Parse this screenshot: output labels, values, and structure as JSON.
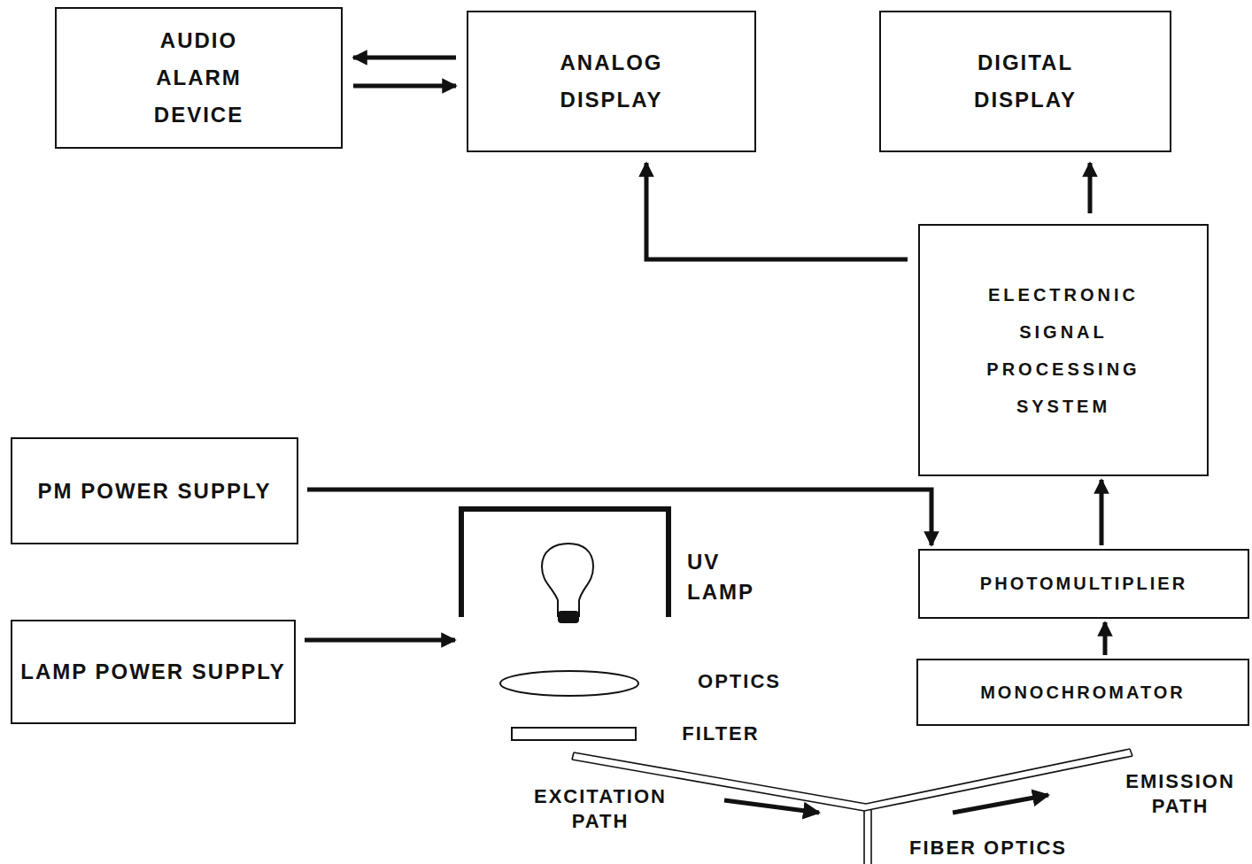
{
  "diagram": {
    "nodes": [
      {
        "text": [
          "AUDIO ALARM DEVICE"
        ]
      },
      {
        "text": [
          "ANALOG DISPLAY"
        ]
      },
      {
        "text": [
          "DIGITAL DISPLAY"
        ]
      },
      {
        "text": [
          "ELECTRONIC SIGNAL PROCESSING SYSTEM"
        ]
      },
      {
        "text": [
          "PM POWER SUPPLY"
        ]
      },
      {
        "text": [
          "UV LAMP"
        ]
      },
      {
        "text": [
          "PHOTOMULTIPLIER"
        ]
      },
      {
        "text": [
          "LAMP POWER SUPPLY"
        ]
      },
      {
        "text": [
          "MONOCHROMATOR"
        ]
      }
    ],
    "edges": [
      {
        "from": 1,
        "to": 0,
        "arrow": "to"
      },
      {
        "from": 0,
        "to": 1,
        "arrow": "to"
      },
      {
        "from": 3,
        "to": 1,
        "arrow": "to"
      },
      {
        "from": 3,
        "to": 2,
        "arrow": "to"
      },
      {
        "from": 4,
        "to": 6,
        "arrow": "to"
      },
      {
        "from": 6,
        "to": 3,
        "arrow": "to"
      },
      {
        "from": 8,
        "to": 6,
        "arrow": "to"
      },
      {
        "from": 7,
        "to": 5,
        "arrow": "to"
      }
    ],
    "labels": [
      "OPTICS",
      "FILTER",
      "EXCITATION PATH",
      "EMISSION PATH",
      "FIBER OPTICS"
    ]
  }
}
